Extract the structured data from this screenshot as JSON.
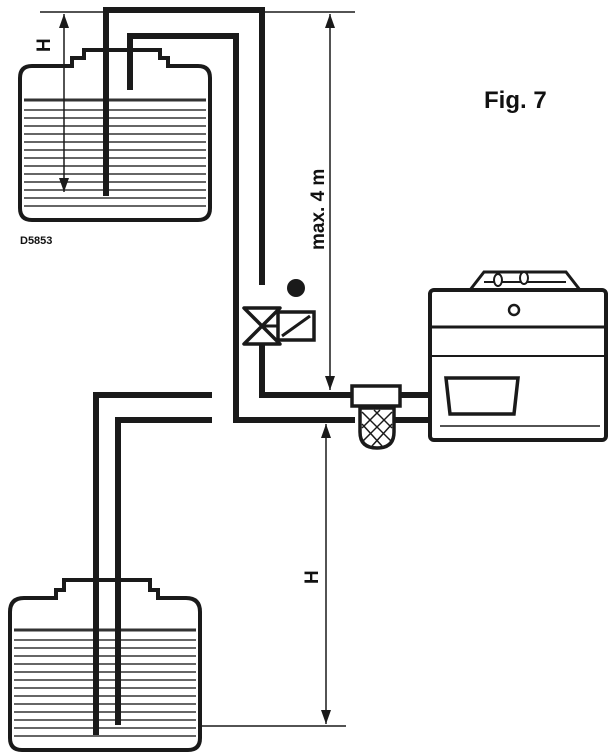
{
  "diagram": {
    "figure_label": "Fig. 7",
    "drawing_code": "D5853",
    "height_label_top": "H",
    "height_label_bottom": "H",
    "max_lift_label": "max. 4 m",
    "line_color": "#1a1a1a"
  }
}
